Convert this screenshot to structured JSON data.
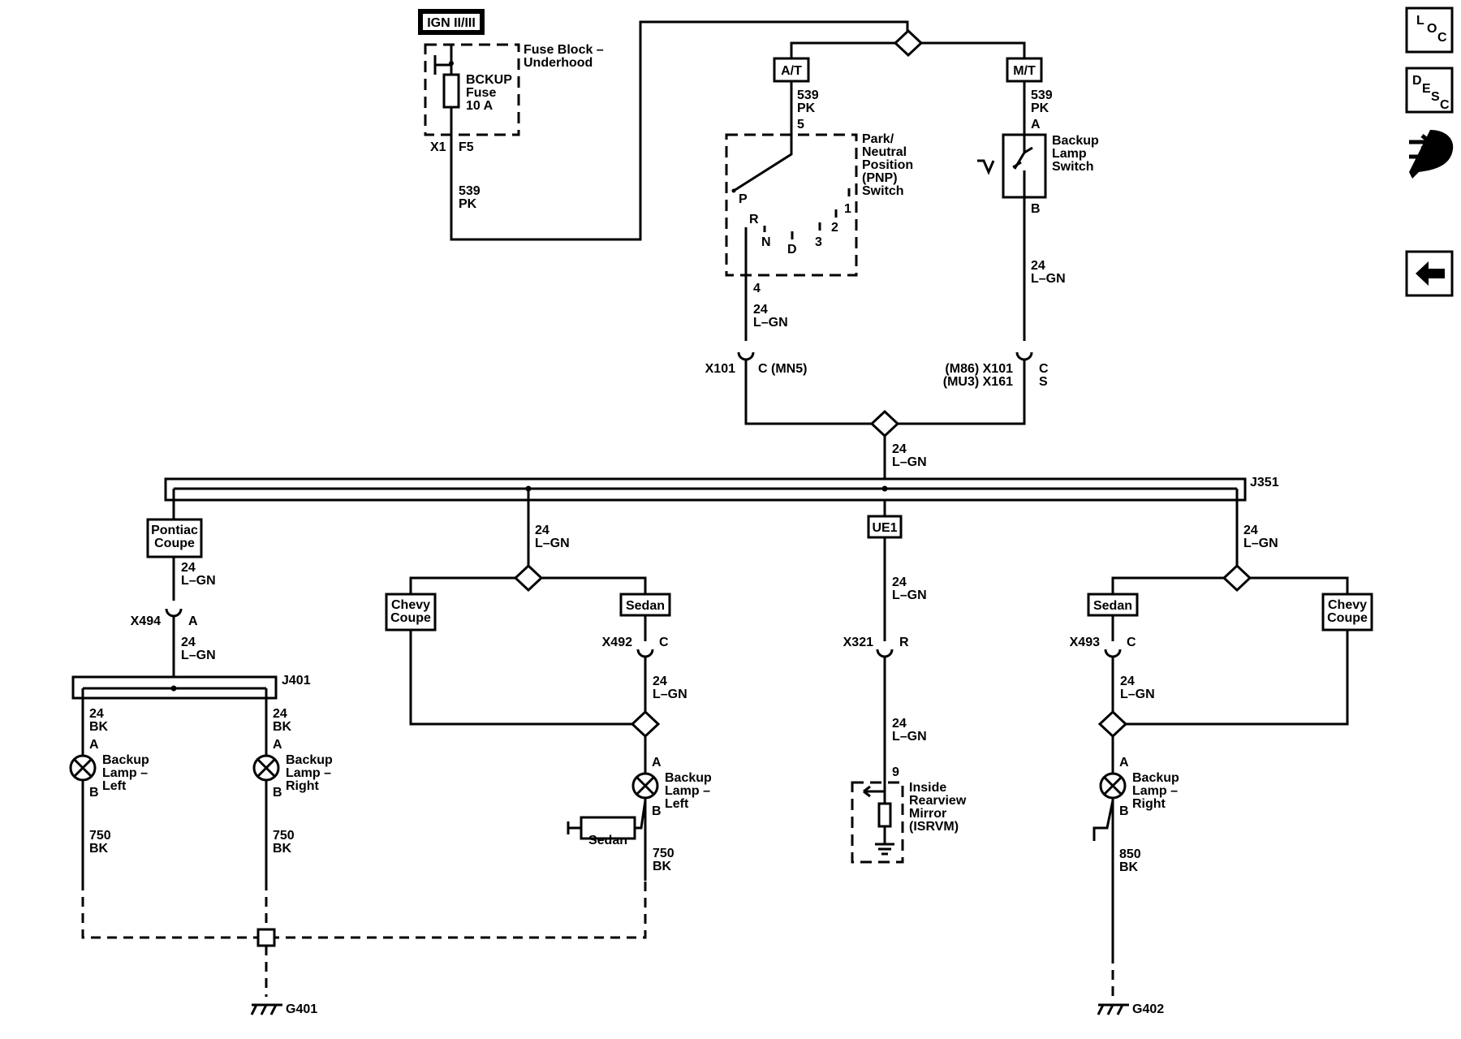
{
  "power": {
    "ign": "IGN II/III",
    "fuse_block": [
      "Fuse Block –",
      "Underhood"
    ],
    "fuse": [
      "BCKUP",
      "Fuse",
      "10 A"
    ],
    "x1": "X1",
    "f5": "F5",
    "wire": [
      "539",
      "PK"
    ]
  },
  "options": {
    "at": "A/T",
    "mt": "M/T"
  },
  "pnp": {
    "label": [
      "Park/",
      "Neutral",
      "Position",
      "(PNP)",
      "Switch"
    ],
    "wire_in": [
      "539",
      "PK"
    ],
    "pin_in": "5",
    "positions": [
      "P",
      "R",
      "N",
      "D",
      "3",
      "2",
      "1"
    ],
    "pin_out": "4",
    "wire_out": [
      "24",
      "L–GN"
    ],
    "conn": "X101",
    "conn_pin": "C (MN5)"
  },
  "backup_switch": {
    "label": [
      "Backup",
      "Lamp",
      "Switch"
    ],
    "wire_in": [
      "539",
      "PK"
    ],
    "pin_a": "A",
    "pin_b": "B",
    "wire_out": [
      "24",
      "L–GN"
    ],
    "conn": [
      "(M86) X101",
      "(MU3) X161"
    ],
    "conn_pins": [
      "C",
      "S"
    ]
  },
  "splice": {
    "wire": [
      "24",
      "L–GN"
    ],
    "name": "J351"
  },
  "pontiac": {
    "option": [
      "Pontiac",
      "Coupe"
    ],
    "wire1": [
      "24",
      "L–GN"
    ],
    "conn": "X494",
    "conn_pin": "A",
    "wire2": [
      "24",
      "L–GN"
    ],
    "splice": "J401",
    "left_wire": [
      "24",
      "BK"
    ],
    "right_wire": [
      "24",
      "BK"
    ],
    "left_lamp": [
      "Backup",
      "Lamp –",
      "Left"
    ],
    "right_lamp": [
      "Backup",
      "Lamp –",
      "Right"
    ],
    "pin_a": "A",
    "pin_b": "B",
    "ground_wire_left": [
      "750",
      "BK"
    ],
    "ground_wire_right": [
      "750",
      "BK"
    ]
  },
  "chevy_left": {
    "wire": [
      "24",
      "L–GN"
    ],
    "opt_coupe": [
      "Chevy",
      "Coupe"
    ],
    "opt_sedan": "Sedan",
    "conn": "X492",
    "conn_pin": "C",
    "wire2": [
      "24",
      "L–GN"
    ],
    "lamp": [
      "Backup",
      "Lamp –",
      "Left"
    ],
    "pin_a": "A",
    "pin_b": "B",
    "sedan_tag": "Sedan",
    "ground_wire": [
      "750",
      "BK"
    ]
  },
  "mirror": {
    "option": "UE1",
    "wire1": [
      "24",
      "L–GN"
    ],
    "conn": "X321",
    "conn_pin": "R",
    "wire2": [
      "24",
      "L–GN"
    ],
    "pin": "9",
    "label": [
      "Inside",
      "Rearview",
      "Mirror",
      "(ISRVM)"
    ]
  },
  "chevy_right": {
    "wire": [
      "24",
      "L–GN"
    ],
    "opt_sedan": "Sedan",
    "opt_coupe": [
      "Chevy",
      "Coupe"
    ],
    "conn": "X493",
    "conn_pin": "C",
    "wire2": [
      "24",
      "L–GN"
    ],
    "lamp": [
      "Backup",
      "Lamp –",
      "Right"
    ],
    "pin_a": "A",
    "pin_b": "B",
    "ground_wire": [
      "850",
      "BK"
    ]
  },
  "grounds": {
    "g401": "G401",
    "g402": "G402"
  },
  "nav": {
    "loc": [
      "L",
      "O",
      "C"
    ],
    "desc": [
      "D",
      "E",
      "S",
      "C"
    ],
    "connector_icon": "connector-icon",
    "back_icon": "back-arrow-icon"
  }
}
